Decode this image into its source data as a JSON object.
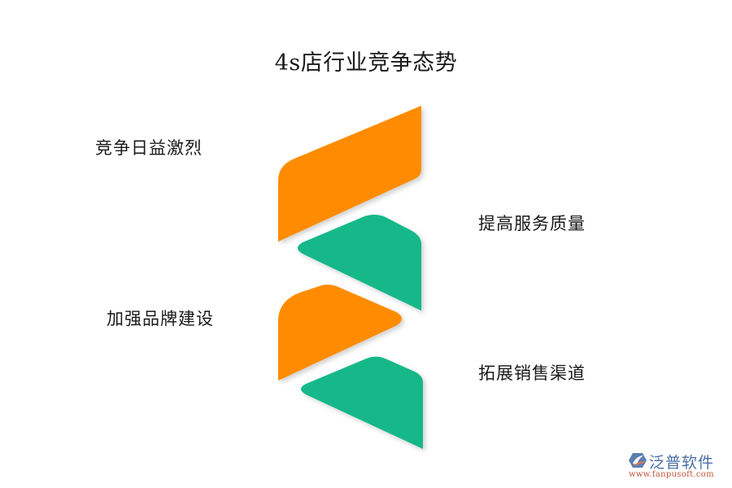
{
  "title": "4s店行业竞争态势",
  "colors": {
    "orange": "#FF8C00",
    "teal": "#14B88A",
    "text": "#1a1a1a"
  },
  "items": [
    {
      "label": "竞争日益激烈",
      "side": "left",
      "color": "orange"
    },
    {
      "label": "提高服务质量",
      "side": "right",
      "color": "teal"
    },
    {
      "label": "加强品牌建设",
      "side": "left",
      "color": "orange"
    },
    {
      "label": "拓展销售渠道",
      "side": "right",
      "color": "teal"
    }
  ],
  "watermark": {
    "brand": "泛普软件",
    "url": "www.fanpusoft.com",
    "icon": "fanpu-logo-icon"
  }
}
